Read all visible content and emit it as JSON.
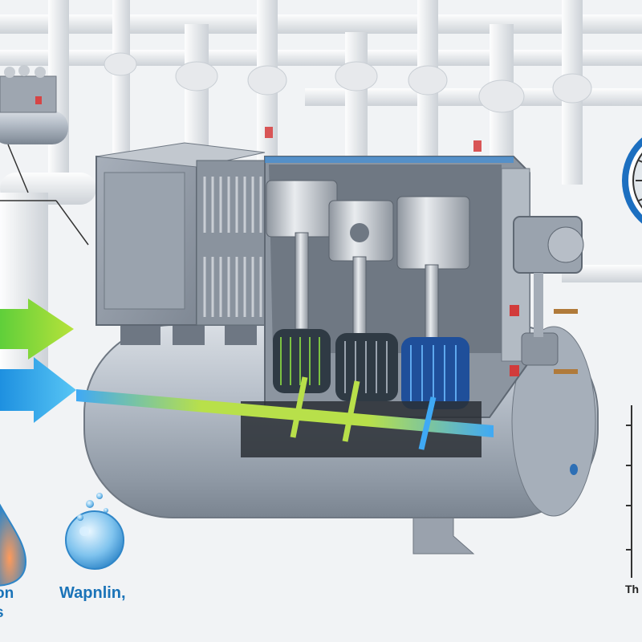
{
  "labels": {
    "left_line1": "on",
    "left_line2": "s",
    "middle": "Wapnlin,",
    "right": "Th"
  },
  "icons": {
    "flow_arrows": [
      "green-arrow-icon",
      "blue-arrow-icon"
    ],
    "droplets": [
      "orange-water-drop-icon",
      "water-bubble-icon"
    ],
    "gauge": "pressure-gauge-icon"
  },
  "colors": {
    "green_flow": "#7ed321",
    "blue_flow": "#2aa7e6",
    "tank_steel": "#b9c1cb",
    "accent_blue": "#1a73b8"
  }
}
